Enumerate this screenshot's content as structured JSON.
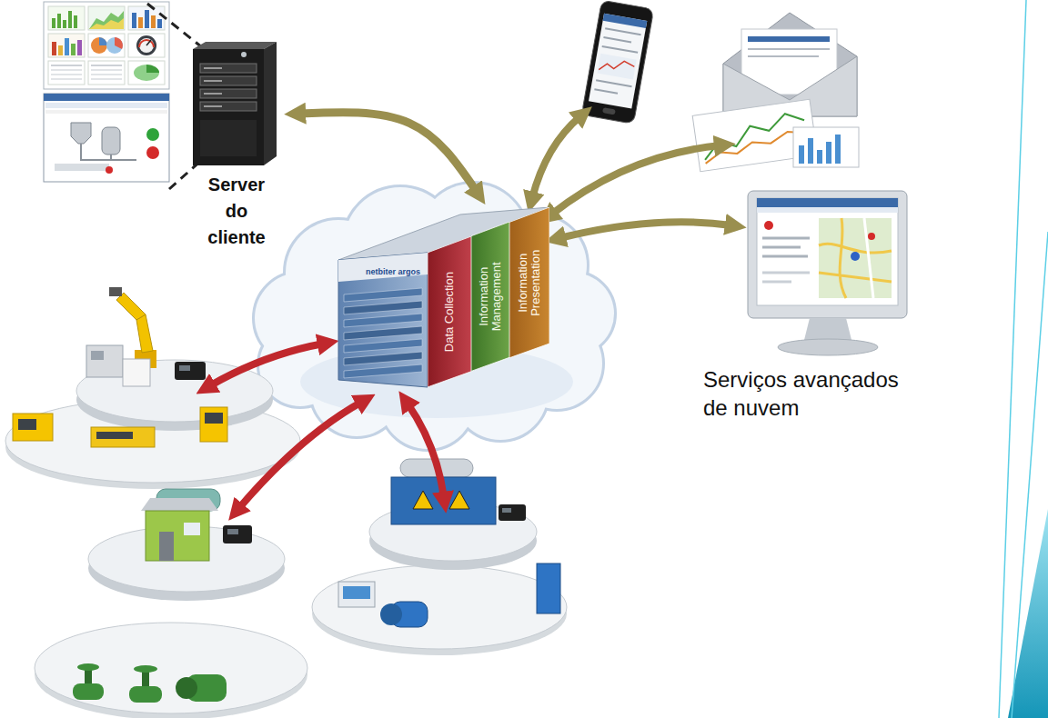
{
  "diagram": {
    "nodes": [
      {
        "text": [
          "Server do cliente"
        ]
      },
      {
        "text": [
          "netbiter argos"
        ]
      },
      {
        "text": [
          "Data Collection"
        ],
        "in": 1
      },
      {
        "text": [
          "Information Management"
        ],
        "in": 1
      },
      {
        "text": [
          "Information Presentation"
        ],
        "in": 1
      }
    ],
    "edges": [
      {
        "from": 0,
        "to": 1,
        "arrow": "both"
      }
    ],
    "labels": [
      "Serviços avançados de nuvem"
    ]
  }
}
